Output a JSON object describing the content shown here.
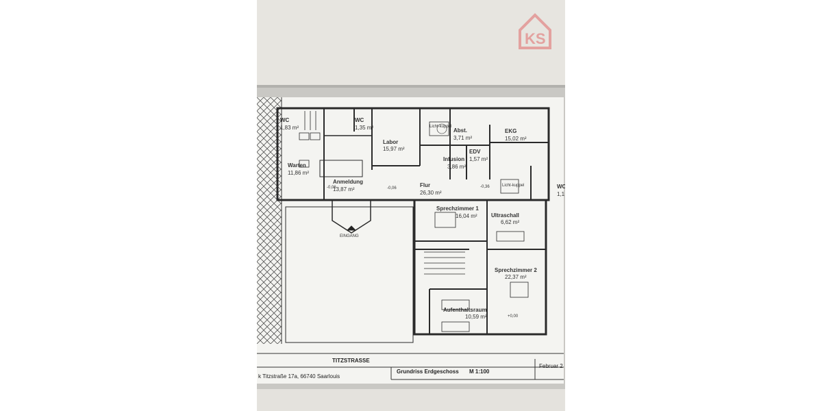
{
  "watermark": {
    "text": "KS",
    "icon": "house-logo-icon",
    "color": "#e06a6a"
  },
  "plan": {
    "rooms": [
      {
        "id": "wc1",
        "name": "WC",
        "area": "1,83 m²"
      },
      {
        "id": "wc2",
        "name": "WC",
        "area": "1,35 m²"
      },
      {
        "id": "labor",
        "name": "Labor",
        "area": "15,97 m²"
      },
      {
        "id": "abst",
        "name": "Abst.",
        "area": "3,71 m²"
      },
      {
        "id": "ekg",
        "name": "EKG",
        "area": "15,02 m²"
      },
      {
        "id": "infusion",
        "name": "Infusion",
        "area": "3,86 m²"
      },
      {
        "id": "edv",
        "name": "EDV",
        "area": "1,57 m²"
      },
      {
        "id": "warten",
        "name": "Warten",
        "area": "11,86 m²"
      },
      {
        "id": "anmeldung",
        "name": "Anmeldung",
        "area": "13,87 m²"
      },
      {
        "id": "flur",
        "name": "Flur",
        "area": "26,30 m²"
      },
      {
        "id": "sprech1",
        "name": "Sprechzimmer 1",
        "area": "16,04 m²"
      },
      {
        "id": "ultraschall",
        "name": "Ultraschall",
        "area": "6,62 m²"
      },
      {
        "id": "sprech2",
        "name": "Sprechzimmer 2",
        "area": "22,37 m²"
      },
      {
        "id": "aufenthalt",
        "name": "Aufenthaltsraum",
        "area": "10,59 m²"
      },
      {
        "id": "wc3",
        "name": "WC",
        "area": "1,1"
      }
    ],
    "skylight_label": "Licht-kuppel",
    "levels": [
      "-0,06",
      "-0,06",
      "-0,36",
      "+0,00"
    ],
    "entrance": "EINGANG",
    "street": "TITZSTRASSE",
    "address": "k Titzstraße 17a, 66740 Saarlouis",
    "drawing_title": "Grundriss Erdgeschoss",
    "scale": "M 1:100",
    "date": "Februar 2"
  }
}
